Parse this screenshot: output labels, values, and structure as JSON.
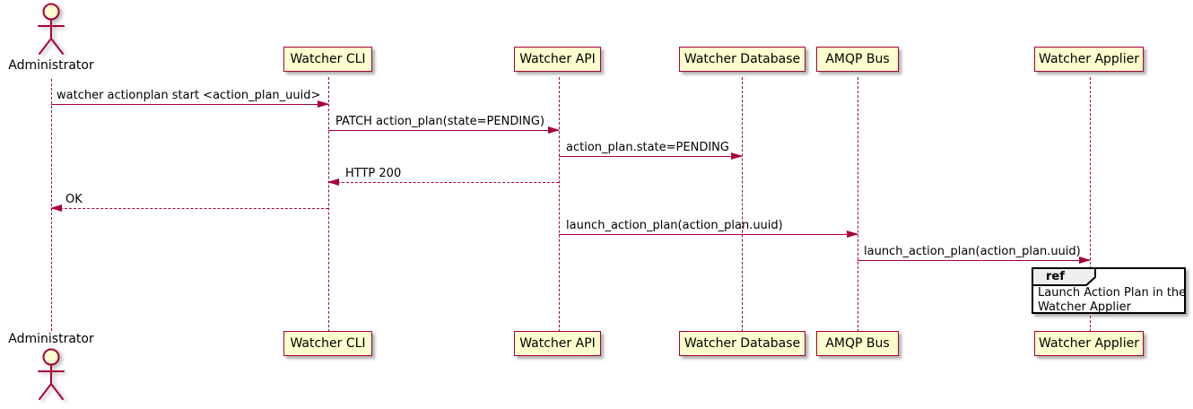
{
  "diagram": {
    "type": "sequence",
    "actor": {
      "name": "Administrator"
    },
    "participants": [
      {
        "label": "Watcher CLI"
      },
      {
        "label": "Watcher API"
      },
      {
        "label": "Watcher Database"
      },
      {
        "label": "AMQP Bus"
      },
      {
        "label": "Watcher Applier"
      }
    ],
    "messages": [
      {
        "text": "watcher actionplan start <action_plan_uuid>",
        "from": "Administrator",
        "to": "Watcher CLI",
        "line": "solid"
      },
      {
        "text": "PATCH action_plan(state=PENDING)",
        "from": "Watcher CLI",
        "to": "Watcher API",
        "line": "solid"
      },
      {
        "text": "action_plan.state=PENDING",
        "from": "Watcher API",
        "to": "Watcher Database",
        "line": "solid"
      },
      {
        "text": "HTTP 200",
        "from": "Watcher API",
        "to": "Watcher CLI",
        "line": "dashed"
      },
      {
        "text": "OK",
        "from": "Watcher CLI",
        "to": "Administrator",
        "line": "dashed"
      },
      {
        "text": "launch_action_plan(action_plan.uuid)",
        "from": "Watcher API",
        "to": "AMQP Bus",
        "line": "solid"
      },
      {
        "text": "launch_action_plan(action_plan.uuid)",
        "from": "AMQP Bus",
        "to": "Watcher Applier",
        "line": "solid"
      }
    ],
    "ref": {
      "keyword": "ref",
      "line1": "Launch Action Plan in the",
      "line2": "Watcher Applier"
    },
    "colors": {
      "participant_fill": "#FEFECE",
      "line_and_border": "#A80036",
      "ref_header_fill": "#EEEEEE",
      "text": "#000000",
      "background": "#FFFFFF"
    }
  }
}
